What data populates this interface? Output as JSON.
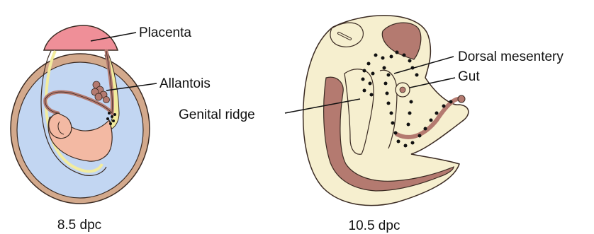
{
  "labels": {
    "placenta": "Placenta",
    "allantois": "Allantois",
    "genital_ridge": "Genital ridge",
    "dorsal_mesentery": "Dorsal mesentery",
    "gut": "Gut"
  },
  "captions": {
    "left": "8.5 dpc",
    "right": "10.5 dpc"
  },
  "colors": {
    "placenta": "#ef8f98",
    "yolk_sac_fill": "#c2d6f2",
    "membrane": "#d3a98c",
    "outline": "#3a2a22",
    "tissue": "#f6efcf",
    "embryo_pink": "#f3b9a3",
    "tract_brown": "#b47a70",
    "yellow_streak": "#f2ec9e",
    "germ_cell": "#111111"
  }
}
